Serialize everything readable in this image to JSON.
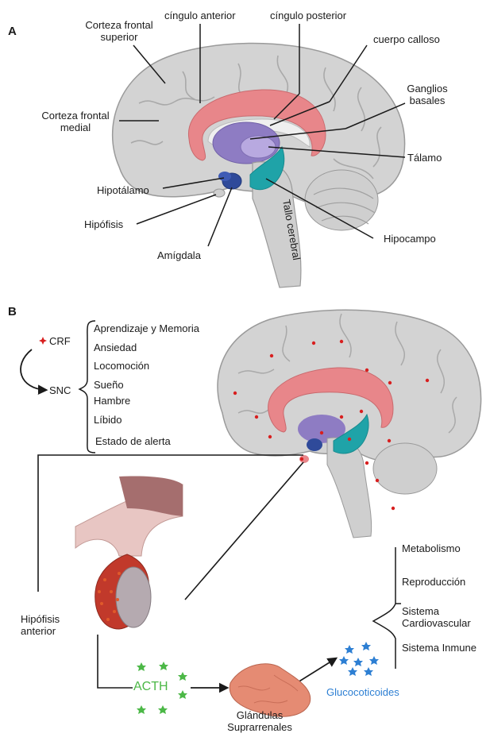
{
  "panel_a": {
    "letter": "A",
    "labels": {
      "corteza_frontal_superior_1": "Corteza frontal",
      "corteza_frontal_superior_2": "superior",
      "cingulo_anterior": "cíngulo anterior",
      "cingulo_posterior": "cíngulo posterior",
      "cuerpo_calloso": "cuerpo calloso",
      "ganglios_basales_1": "Ganglios",
      "ganglios_basales_2": "basales",
      "corteza_frontal_medial_1": "Corteza frontal",
      "corteza_frontal_medial_2": "medial",
      "talamo": "Tálamo",
      "hipotalamo": "Hipotálamo",
      "hipofisis": "Hipófisis",
      "amigdala": "Amígdala",
      "hipocampo": "Hipocampo",
      "tallo_cerebral": "Tallo cerebral"
    }
  },
  "panel_b": {
    "letter": "B",
    "crf": "CRF",
    "snc": "SNC",
    "snc_effects": [
      "Aprendizaje y Memoria",
      "Ansiedad",
      "Locomoción",
      "Sueño",
      "Hambre",
      "Líbido",
      "Estado de alerta"
    ],
    "hipofisis_anterior_1": "Hipófisis",
    "hipofisis_anterior_2": "anterior",
    "acth": "ACTH",
    "glandulas_1": "Glándulas",
    "glandulas_2": "Suprarrenales",
    "glucocorticoides": "Glucocoticoides",
    "gc_effects": [
      "Metabolismo",
      "Reproducción",
      "Sistema",
      "Cardiovascular",
      "Sistema Inmune"
    ]
  },
  "colors": {
    "cortex": "#d3d3d3",
    "cortex_dark": "#a9a9a9",
    "cingulate": "#e8868a",
    "basal_ganglia": "#8e7cc3",
    "hippocampus": "#1fa3a8",
    "amygdala": "#2f4a9a",
    "crf_red": "#d81f1f",
    "acth_green": "#4cb847",
    "gluco_blue": "#2d7fd3",
    "adrenal": "#e58b73",
    "pituitary": "#c1392b"
  }
}
